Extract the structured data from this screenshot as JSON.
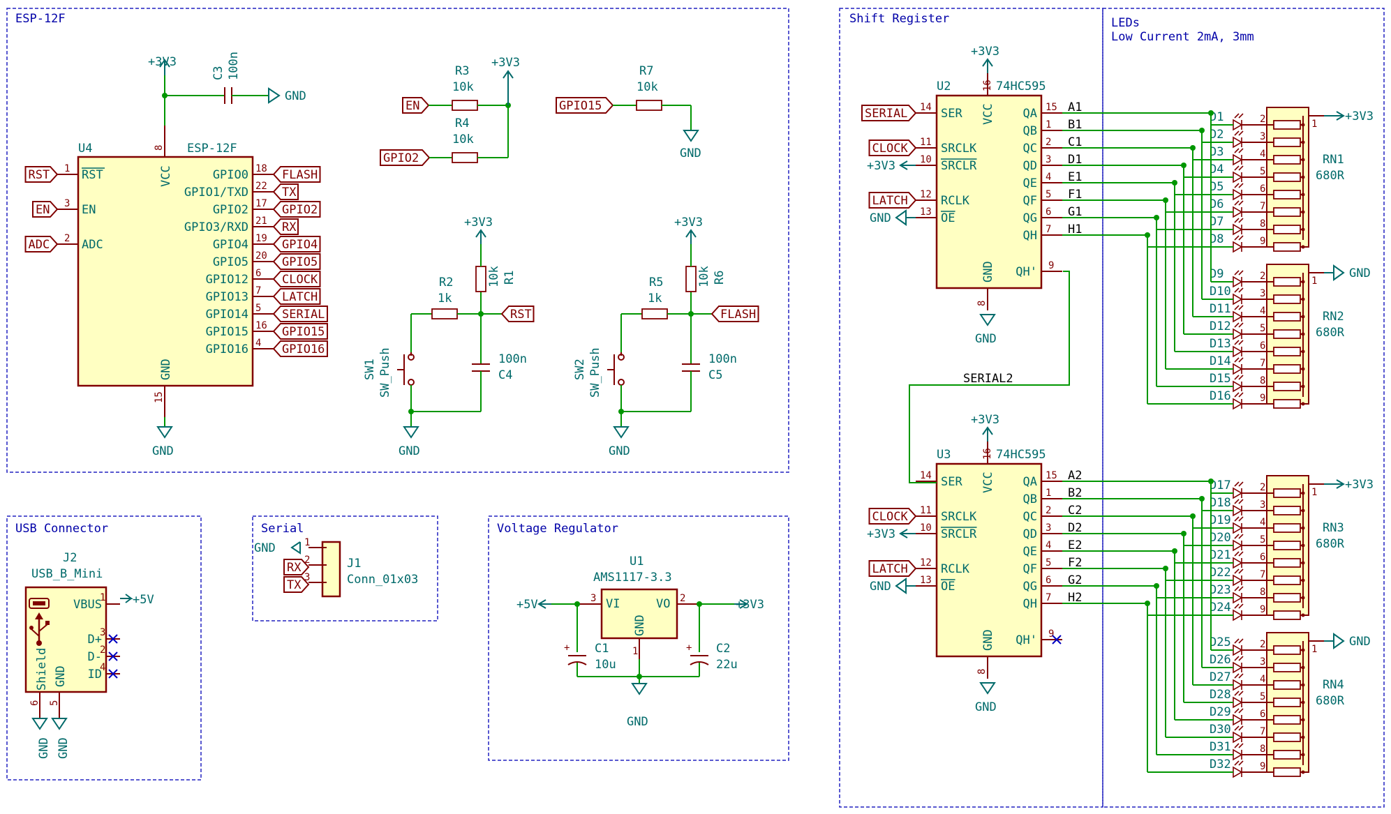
{
  "sections": {
    "esp": "ESP-12F",
    "usb": "USB Connector",
    "serial": "Serial",
    "regulator": "Voltage Regulator",
    "shift": "Shift Register",
    "leds": "LEDs",
    "leds_sub": "Low Current 2mA, 3mm"
  },
  "power": {
    "p3v3": "+3V3",
    "p5v": "+5V",
    "gnd": "GND"
  },
  "u4": {
    "ref": "U4",
    "value": "ESP-12F",
    "vcc": "VCC",
    "gnd": "GND",
    "vcc_pin": "8",
    "gnd_pin": "15",
    "left_pins": [
      {
        "num": "1",
        "name": "RST",
        "label": "RST"
      },
      {
        "num": "3",
        "name": "EN",
        "label": "EN"
      },
      {
        "num": "2",
        "name": "ADC",
        "label": "ADC"
      }
    ],
    "right_pins": [
      {
        "num": "18",
        "name": "GPIO0",
        "label": "FLASH"
      },
      {
        "num": "22",
        "name": "GPIO1/TXD",
        "label": "TX"
      },
      {
        "num": "17",
        "name": "GPIO2",
        "label": "GPIO2"
      },
      {
        "num": "21",
        "name": "GPIO3/RXD",
        "label": "RX"
      },
      {
        "num": "19",
        "name": "GPIO4",
        "label": "GPIO4"
      },
      {
        "num": "20",
        "name": "GPIO5",
        "label": "GPIO5"
      },
      {
        "num": "6",
        "name": "GPIO12",
        "label": "CLOCK"
      },
      {
        "num": "7",
        "name": "GPIO13",
        "label": "LATCH"
      },
      {
        "num": "5",
        "name": "GPIO14",
        "label": "SERIAL"
      },
      {
        "num": "16",
        "name": "GPIO15",
        "label": "GPIO15"
      },
      {
        "num": "4",
        "name": "GPIO16",
        "label": "GPIO16"
      }
    ]
  },
  "c3": {
    "ref": "C3",
    "value": "100n"
  },
  "r3": {
    "ref": "R3",
    "value": "10k",
    "net": "EN"
  },
  "r4": {
    "ref": "R4",
    "value": "10k",
    "net": "GPIO2"
  },
  "r7": {
    "ref": "R7",
    "value": "10k",
    "net": "GPIO15"
  },
  "rst_circuit": {
    "r_ser": "R2",
    "r_ser_val": "1k",
    "r_pu": "R1",
    "r_pu_val": "10k",
    "cap": "C4",
    "cap_val": "100n",
    "sw": "SW1",
    "sw_val": "SW_Push",
    "net": "RST"
  },
  "flash_circuit": {
    "r_ser": "R5",
    "r_ser_val": "1k",
    "r_pu": "R6",
    "r_pu_val": "10k",
    "cap": "C5",
    "cap_val": "100n",
    "sw": "SW2",
    "sw_val": "SW_Push",
    "net": "FLASH"
  },
  "j2": {
    "ref": "J2",
    "value": "USB_B_Mini",
    "shield": "Shield",
    "gnd": "GND",
    "pins": [
      {
        "num": "1",
        "name": "VBUS"
      },
      {
        "num": "3",
        "name": "D+"
      },
      {
        "num": "2",
        "name": "D-"
      },
      {
        "num": "4",
        "name": "ID"
      }
    ],
    "shield_pin": "6",
    "gnd_pin": "5"
  },
  "j1": {
    "ref": "J1",
    "value": "Conn_01x03",
    "pins": [
      {
        "num": "1",
        "net": "GND"
      },
      {
        "num": "2",
        "net": "RX"
      },
      {
        "num": "3",
        "net": "TX"
      }
    ]
  },
  "u1": {
    "ref": "U1",
    "value": "AMS1117-3.3",
    "vi": "VI",
    "vo": "VO",
    "gnd": "GND",
    "pin_vi": "3",
    "pin_vo": "2",
    "pin_gnd": "1"
  },
  "c1": {
    "ref": "C1",
    "value": "10u"
  },
  "c2": {
    "ref": "C2",
    "value": "22u"
  },
  "shift_registers": [
    {
      "ref": "U2",
      "value": "74HC595",
      "ser_net": "SERIAL",
      "qh_out": "9",
      "outputs": [
        "A1",
        "B1",
        "C1",
        "D1",
        "E1",
        "F1",
        "G1",
        "H1"
      ]
    },
    {
      "ref": "U3",
      "value": "74HC595",
      "ser_net": "",
      "qh_out": "9",
      "outputs": [
        "A2",
        "B2",
        "C2",
        "D2",
        "E2",
        "F2",
        "G2",
        "H2"
      ]
    }
  ],
  "sr_pins": {
    "left": [
      {
        "num": "14",
        "name": "SER"
      },
      {
        "num": "11",
        "name": "SRCLK"
      },
      {
        "num": "10",
        "name": "SRCLR"
      },
      {
        "num": "12",
        "name": "RCLK"
      },
      {
        "num": "13",
        "name": "OE"
      }
    ],
    "right": [
      {
        "num": "15",
        "name": "QA"
      },
      {
        "num": "1",
        "name": "QB"
      },
      {
        "num": "2",
        "name": "QC"
      },
      {
        "num": "3",
        "name": "QD"
      },
      {
        "num": "4",
        "name": "QE"
      },
      {
        "num": "5",
        "name": "QF"
      },
      {
        "num": "6",
        "name": "QG"
      },
      {
        "num": "7",
        "name": "QH"
      }
    ],
    "vcc": "VCC",
    "vcc_pin": "16",
    "gnd": "GND",
    "gnd_pin": "8",
    "qh_prime": "QH'",
    "clock": "CLOCK",
    "latch": "LATCH"
  },
  "serial2": "SERIAL2",
  "resistor_networks": [
    {
      "ref": "RN1",
      "value": "680R",
      "common": "+3V3"
    },
    {
      "ref": "RN2",
      "value": "680R",
      "common": "GND"
    },
    {
      "ref": "RN3",
      "value": "680R",
      "common": "+3V3"
    },
    {
      "ref": "RN4",
      "value": "680R",
      "common": "GND"
    }
  ],
  "rn_pins": [
    "1",
    "2",
    "3",
    "4",
    "5",
    "6",
    "7",
    "8",
    "9"
  ],
  "leds": [
    "D1",
    "D2",
    "D3",
    "D4",
    "D5",
    "D6",
    "D7",
    "D8",
    "D9",
    "D10",
    "D11",
    "D12",
    "D13",
    "D14",
    "D15",
    "D16",
    "D17",
    "D18",
    "D19",
    "D20",
    "D21",
    "D22",
    "D23",
    "D24",
    "D25",
    "D26",
    "D27",
    "D28",
    "D29",
    "D30",
    "D31",
    "D32"
  ]
}
